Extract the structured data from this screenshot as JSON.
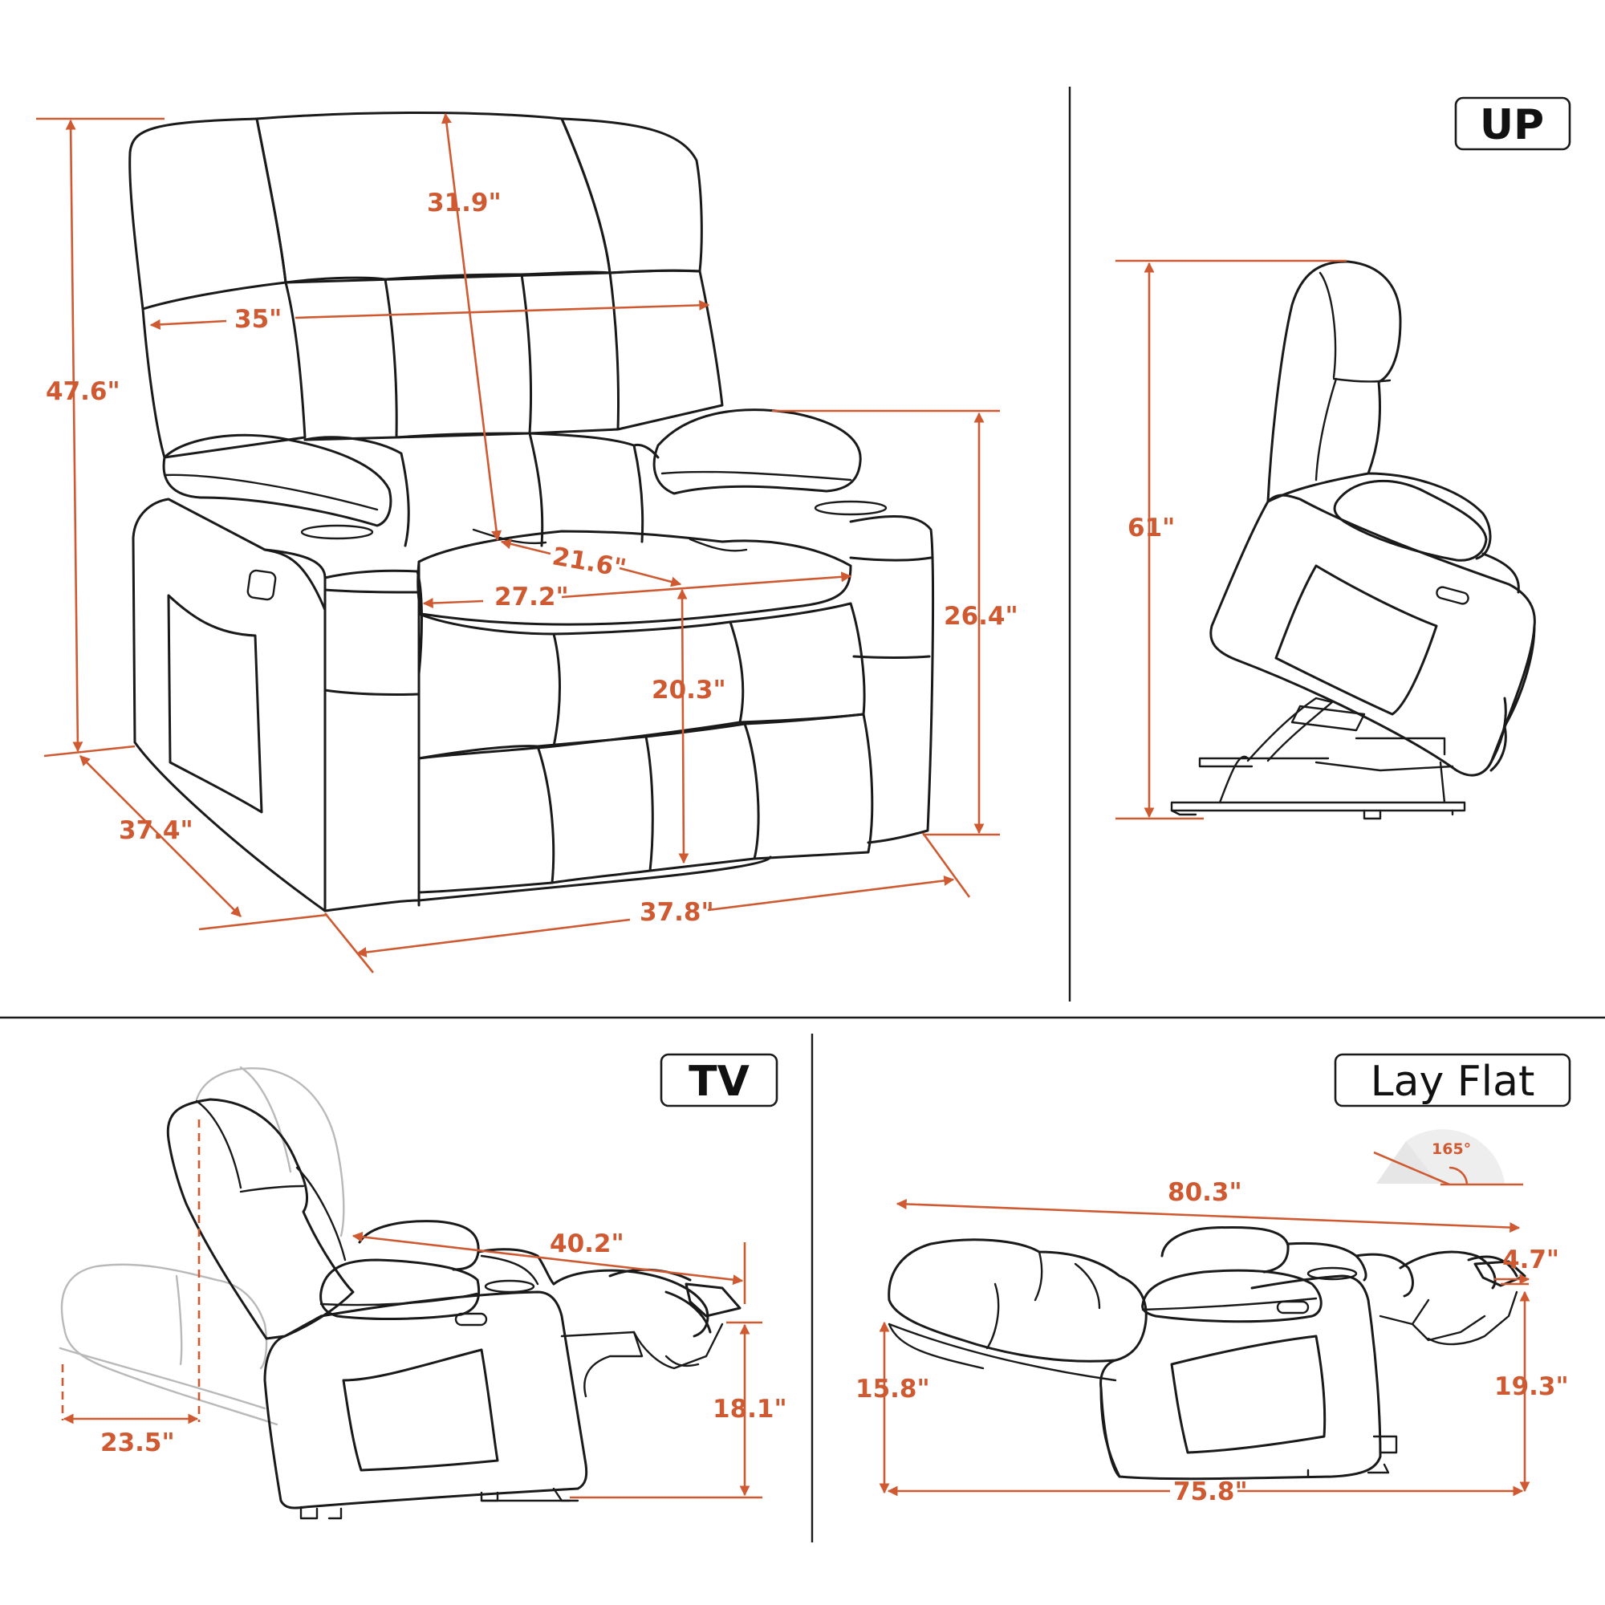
{
  "modes": {
    "up": "UP",
    "tv": "TV",
    "lay_flat": "Lay Flat"
  },
  "front_view": {
    "overall_height": "47.6\"",
    "back_height": "31.9\"",
    "back_width": "35\"",
    "seat_depth": "21.6\"",
    "seat_width": "27.2\"",
    "seat_height": "20.3\"",
    "arm_height": "26.4\"",
    "depth": "37.4\"",
    "overall_width": "37.8\""
  },
  "up_view": {
    "lifted_height": "61\""
  },
  "tv_view": {
    "extended_length": "40.2\"",
    "wall_clearance": "23.5\"",
    "footrest_height": "18.1\""
  },
  "lay_flat_view": {
    "recline_angle": "165°",
    "total_length": "80.3\"",
    "footrest_thickness": "4.7\"",
    "head_height": "15.8\"",
    "footrest_height": "19.3\"",
    "floor_length": "75.8\""
  },
  "colors": {
    "dimension": "#cf5a32",
    "outline": "#1a1a1a"
  }
}
